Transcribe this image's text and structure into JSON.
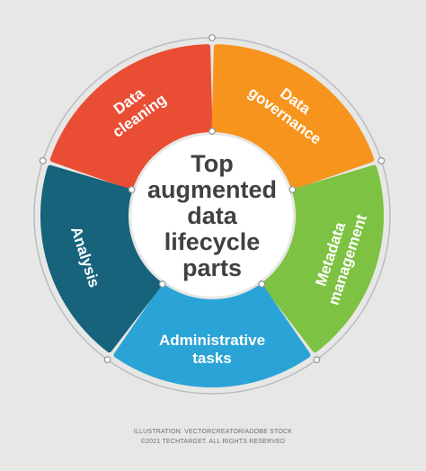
{
  "center": {
    "lines": [
      "Top",
      "augmented",
      "data",
      "lifecycle",
      "parts"
    ],
    "color": "#404040"
  },
  "segments": [
    {
      "id": "data-cleaning",
      "lines": [
        "Data",
        "cleaning"
      ],
      "color": "#e94e35"
    },
    {
      "id": "data-governance",
      "lines": [
        "Data",
        "governance"
      ],
      "color": "#f7941d"
    },
    {
      "id": "metadata-management",
      "lines": [
        "Metadata",
        "management"
      ],
      "color": "#7dc242"
    },
    {
      "id": "administrative-tasks",
      "lines": [
        "Administrative",
        "tasks"
      ],
      "color": "#2aa3d6"
    },
    {
      "id": "analysis",
      "lines": [
        "Analysis"
      ],
      "color": "#17637c"
    }
  ],
  "ring_color": "#b7bdc4",
  "credit": {
    "line1": "ILLUSTRATION: VECTORCREATOR/ADOBE STOCK",
    "line2": "©2021 TECHTARGET. ALL RIGHTS RESERVED"
  }
}
